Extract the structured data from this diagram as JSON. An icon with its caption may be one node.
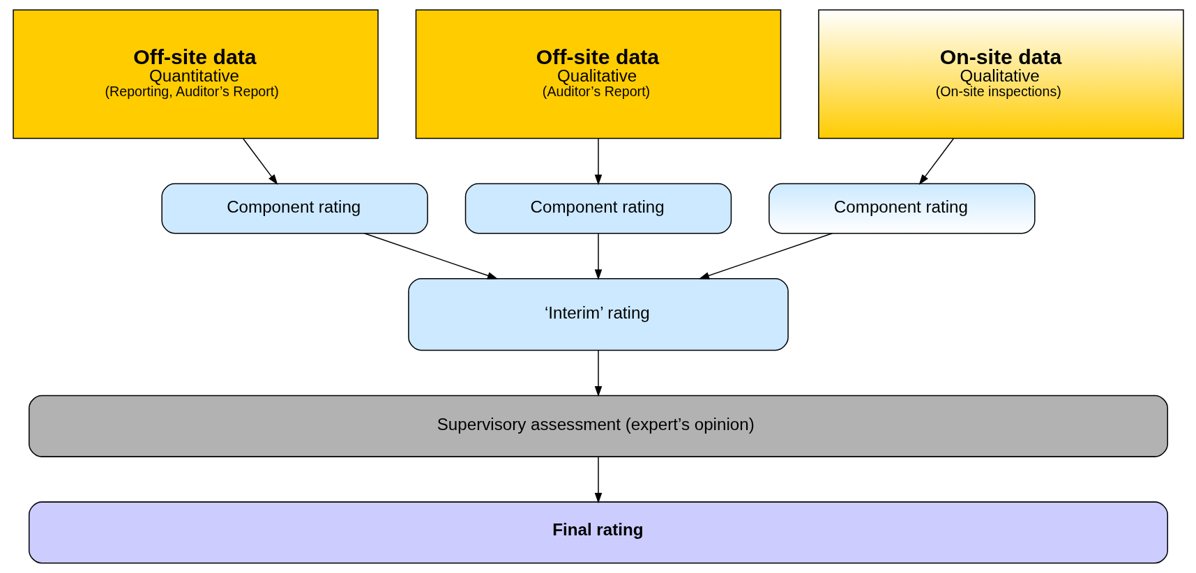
{
  "diagram": {
    "nodes": [
      {
        "text": [
          "Off-site data",
          "Quantitative",
          "(Reporting, Auditor’s Report)"
        ]
      },
      {
        "text": [
          "Off-site data",
          "Qualitative",
          "(Auditor’s Report)"
        ]
      },
      {
        "text": [
          "On-site data",
          "Qualitative",
          "(On-site inspections)"
        ]
      },
      {
        "text": [
          "Component rating"
        ]
      },
      {
        "text": [
          "Component rating"
        ]
      },
      {
        "text": [
          "Component rating"
        ]
      },
      {
        "text": [
          "‘Interim’ rating"
        ]
      },
      {
        "text": [
          "Supervisory assessment (expert’s opinion)"
        ]
      },
      {
        "text": [
          "Final rating"
        ]
      }
    ],
    "edges": [
      {
        "from": 0,
        "to": 3,
        "arrow": "to"
      },
      {
        "from": 1,
        "to": 4,
        "arrow": "to"
      },
      {
        "from": 2,
        "to": 5,
        "arrow": "to"
      },
      {
        "from": 3,
        "to": 6,
        "arrow": "to"
      },
      {
        "from": 4,
        "to": 6,
        "arrow": "to"
      },
      {
        "from": 5,
        "to": 6,
        "arrow": "to"
      },
      {
        "from": 6,
        "to": 7,
        "arrow": "to"
      },
      {
        "from": 7,
        "to": 8,
        "arrow": "to"
      }
    ]
  }
}
